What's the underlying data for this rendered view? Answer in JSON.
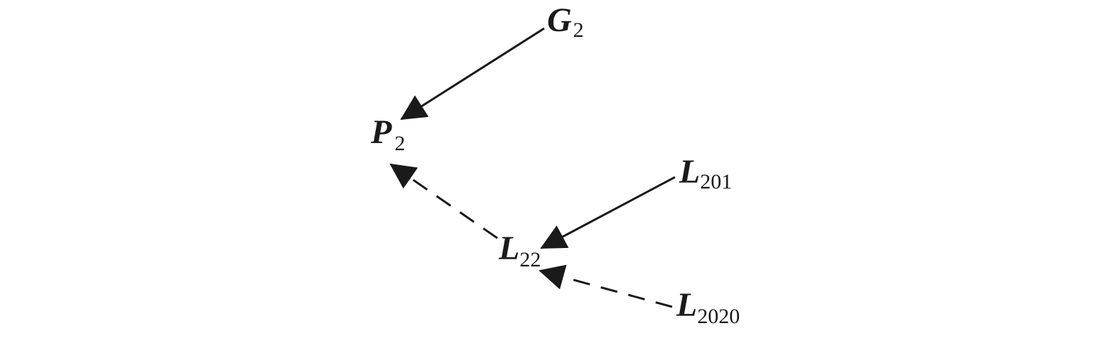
{
  "diagram": {
    "colors": {
      "ink": "#1a1a1a",
      "background": "#ffffff"
    },
    "nodes": {
      "g2": {
        "letter": "G",
        "subscript": "2"
      },
      "p2": {
        "letter": "P",
        "subscript": "2"
      },
      "l201": {
        "letter": "L",
        "subscript": "201"
      },
      "l22": {
        "letter": "L",
        "subscript": "22"
      },
      "l2020": {
        "letter": "L",
        "subscript": "2020"
      }
    },
    "edges": [
      {
        "from": "g2",
        "to": "p2",
        "style": "solid"
      },
      {
        "from": "l22",
        "to": "p2",
        "style": "dashed"
      },
      {
        "from": "l201",
        "to": "l22",
        "style": "solid"
      },
      {
        "from": "l2020",
        "to": "l22",
        "style": "dashed"
      }
    ]
  }
}
